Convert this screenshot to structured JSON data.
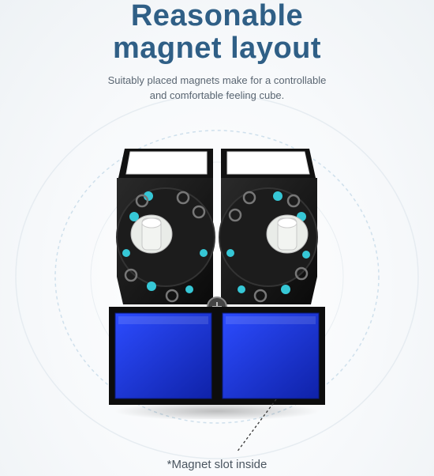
{
  "headline": {
    "line1": "Reasonable",
    "line2": "magnet layout"
  },
  "subtext": {
    "line1": "Suitably placed magnets make for a controllable",
    "line2": "and comfortable feeling cube."
  },
  "caption": "*Magnet slot inside",
  "colors": {
    "title": "#2f5f86",
    "text": "#5a6672",
    "cube_body": "#111111",
    "sticker_blue": "#1a35d6",
    "sticker_white": "#ffffff",
    "magnet_teal": "#36c7d6"
  }
}
